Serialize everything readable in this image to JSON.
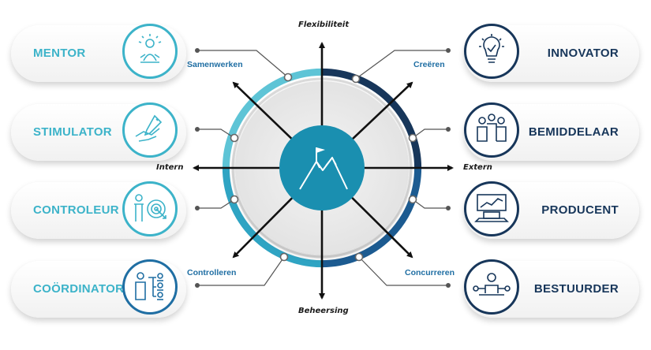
{
  "axes": {
    "top": "Flexibiliteit",
    "bottom": "Beheersing",
    "left": "Intern",
    "right": "Extern"
  },
  "quadrants": {
    "top_left": "Samenwerken",
    "top_right": "Creëren",
    "bottom_left": "Controlleren",
    "bottom_right": "Concurreren"
  },
  "roles_left": [
    {
      "label": "MENTOR",
      "icon": "meditation-person-icon"
    },
    {
      "label": "STIMULATOR",
      "icon": "handshake-pen-icon"
    },
    {
      "label": "CONTROLEUR",
      "icon": "target-presenter-icon"
    },
    {
      "label": "COÖRDINATOR",
      "icon": "org-chart-icon"
    }
  ],
  "roles_right": [
    {
      "label": "INNOVATOR",
      "icon": "lightbulb-check-icon"
    },
    {
      "label": "BEMIDDELAAR",
      "icon": "group-people-icon"
    },
    {
      "label": "PRODUCENT",
      "icon": "laptop-chart-icon"
    },
    {
      "label": "BESTUURDER",
      "icon": "person-network-icon"
    }
  ],
  "colors": {
    "teal_light": "#3cb3c9",
    "teal_mid": "#2e9ab8",
    "blue_mid": "#1f6ea3",
    "navy": "#17365a",
    "center": "#1a8fb0",
    "disc": "#eeeeee"
  }
}
